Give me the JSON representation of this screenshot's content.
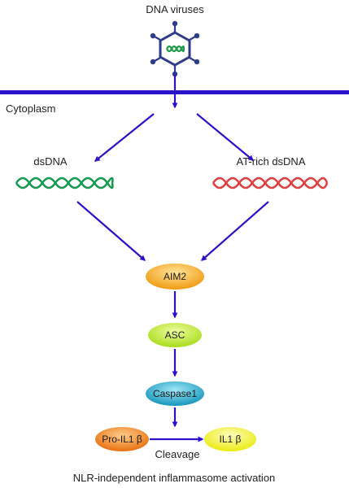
{
  "labels": {
    "virus": "DNA viruses",
    "cytoplasm": "Cytoplasm",
    "dsdna": "dsDNA",
    "at_rich": "AT-rich dsDNA",
    "cleavage": "Cleavage",
    "caption": "NLR-independent inflammasome activation"
  },
  "nodes": {
    "aim2": "AIM2",
    "asc": "ASC",
    "caspase1": "Caspase1",
    "pro_il1b": "Pro-IL1 β",
    "il1b": "IL1 β"
  },
  "colors": {
    "arrow": "#2a12c9",
    "membrane": "#2a12c9",
    "virus": "#2e3a8c",
    "virus_dna": "#1e9a4a",
    "dsdna": "#1a9a52",
    "at_rich": "#e04040",
    "aim2": "#f5a81c",
    "asc": "#b8e62a",
    "caspase1": "#22a5c8",
    "pro_il1b": "#f0801c",
    "il1b": "#f2f21c"
  }
}
